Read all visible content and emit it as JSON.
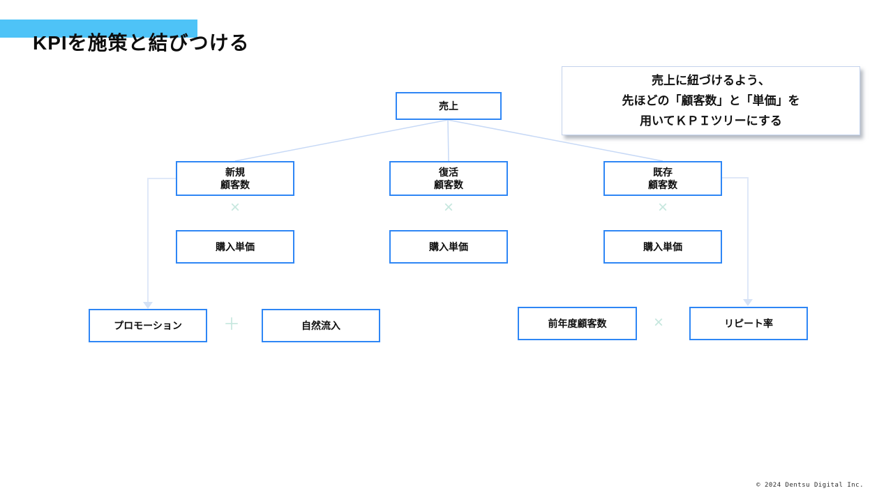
{
  "slide": {
    "title": "KPIを施策と結びつける",
    "footer": "© 2024 Dentsu Digital Inc."
  },
  "callout": {
    "line1": "売上に紐づけるよう、",
    "line2": "先ほどの「顧客数」と「単価」を",
    "line3": "用いてＫＰＩツリーにする"
  },
  "tree": {
    "root": {
      "label": "売上"
    },
    "branches": {
      "new": {
        "line1": "新規",
        "line2": "顧客数"
      },
      "returning": {
        "line1": "復活",
        "line2": "顧客数"
      },
      "existing": {
        "line1": "既存",
        "line2": "顧客数"
      }
    },
    "unit_price": {
      "label": "購入単価"
    },
    "drivers": {
      "promotion": {
        "label": "プロモーション"
      },
      "organic": {
        "label": "自然流入"
      },
      "prev_year": {
        "label": "前年度顧客数"
      },
      "repeat_rate": {
        "label": "リピート率"
      }
    }
  },
  "operators": {
    "multiply": "×",
    "plus": "＋"
  },
  "colors": {
    "title_bar": "#4ec3f7",
    "node_border": "#2e86f5",
    "operator": "#c6e7de",
    "fan_line": "#c7d9f6",
    "elbow_line": "#dfe8f8",
    "callout_border": "#c3d2ec"
  }
}
